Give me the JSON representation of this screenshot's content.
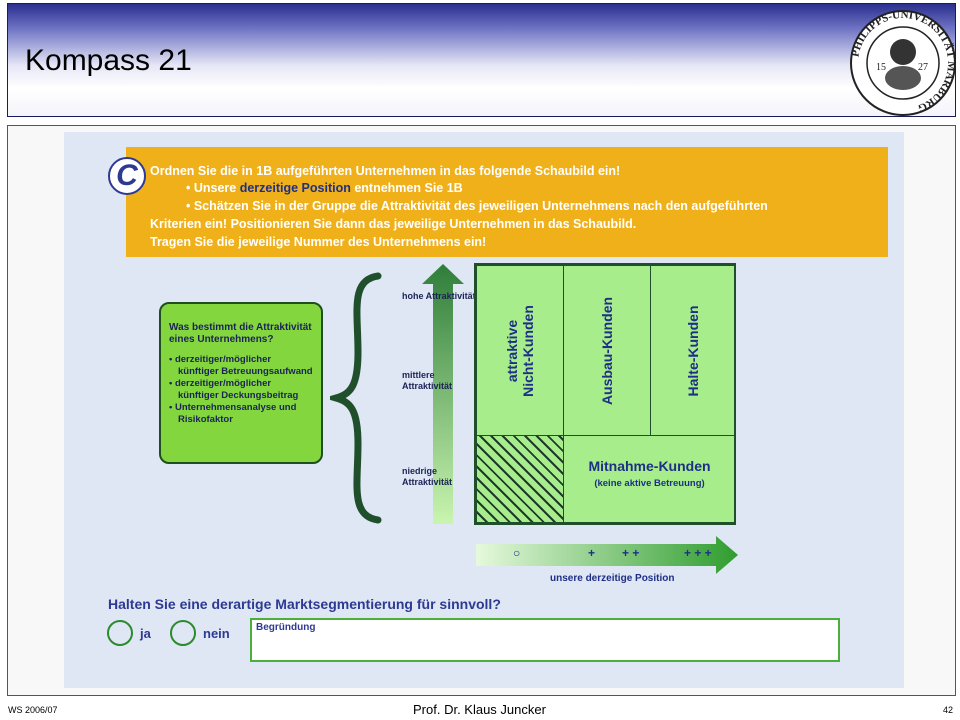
{
  "slide": {
    "title": "Kompass 21",
    "seal_text": "PHILIPPS-UNIVERSITÄT MARBURG",
    "seal_year_left": "15",
    "seal_year_right": "27"
  },
  "banner": {
    "badge": "C",
    "line1": "Ordnen Sie die in 1B aufgeführten Unternehmen in das folgende Schaubild ein!",
    "line2_pre": "• Unsere ",
    "line2_highlight": "derzeitige Position",
    "line2_post": " entnehmen Sie 1B",
    "line3": "• Schätzen Sie in der Gruppe die Attraktivität des jeweiligen Unternehmens nach den aufgeführten",
    "line4": "Kriterien ein! Positionieren Sie dann das jeweilige Unternehmen in das Schaubild.",
    "line5": "Tragen Sie die jeweilige Nummer des Unternehmens ein!"
  },
  "question_box": {
    "title": "Was bestimmt die Attraktivität eines Unternehmens?",
    "items": [
      "• derzeitiger/möglicher künftiger Betreuungsaufwand",
      "• derzeitiger/möglicher künftiger Deckungsbeitrag",
      "• Unternehmensanalyse und Risikofaktor"
    ]
  },
  "axis": {
    "high": "hohe Attraktivität",
    "mid": "mittlere Attraktivität",
    "low": "niedrige Attraktivität"
  },
  "matrix": {
    "attraktive_line1": "attraktive",
    "attraktive_line2": "Nicht-Kunden",
    "ausbau": "Ausbau-Kunden",
    "halte": "Halte-Kunden",
    "mitnahme": "Mitnahme-Kunden",
    "mitnahme_sub": "(keine aktive Betreuung)"
  },
  "position_axis": {
    "levels": [
      "○",
      "+",
      "+ +",
      "+ + +"
    ],
    "caption": "unsere derzeitige Position"
  },
  "question": {
    "text": "Halten Sie eine derartige Marktsegmentierung für sinnvoll?",
    "yes": "ja",
    "no": "nein",
    "reason_label": "Begründung"
  },
  "footer": {
    "left": "WS 2006/07",
    "center": "Prof. Dr. Klaus Juncker",
    "right": "42"
  },
  "colors": {
    "banner": "#f0b019",
    "matrix_fill": "#a7ed8c",
    "box_fill": "#84d63e",
    "text_blue": "#1e2f86",
    "arrow_green": "#2f9d2f"
  }
}
